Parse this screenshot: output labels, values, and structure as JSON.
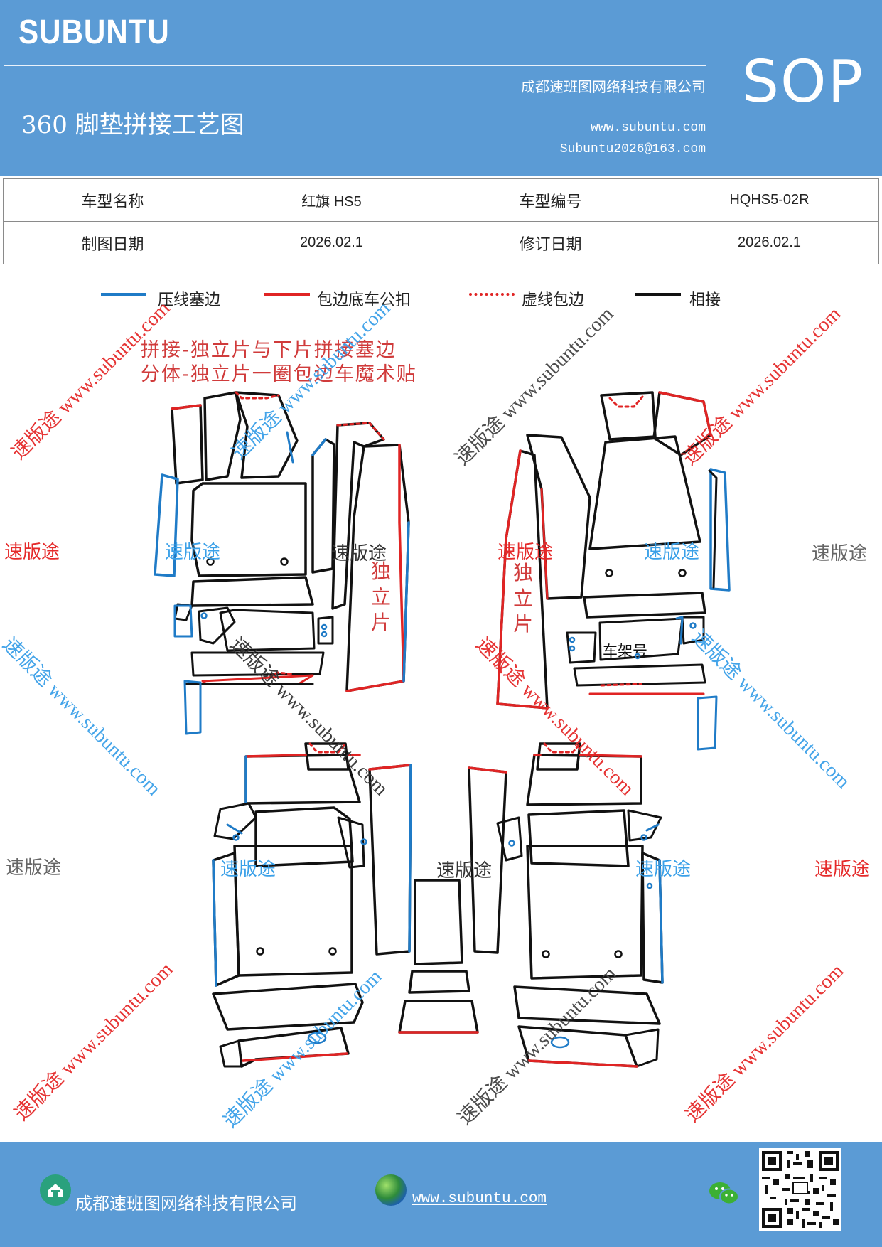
{
  "header": {
    "brand": "SUBUNTU",
    "title": "360 脚垫拼接工艺图",
    "company": "成都速班图网络科技有限公司",
    "website": "www.subuntu.com",
    "email": "Subuntu2026@163.com",
    "badge": "SOP"
  },
  "info_table": {
    "rows": [
      [
        "车型名称",
        "红旗 HS5",
        "车型编号",
        "HQHS5-02R"
      ],
      [
        "制图日期",
        "2026.02.1",
        "修订日期",
        "2026.02.1"
      ]
    ]
  },
  "legend": [
    {
      "label": "压线塞边",
      "color": "#1f7bc7",
      "style": "solid"
    },
    {
      "label": "包边底车公扣",
      "color": "#e02424",
      "style": "solid"
    },
    {
      "label": "虚线包边",
      "color": "#e02424",
      "style": "dotted"
    },
    {
      "label": "相接",
      "color": "#111111",
      "style": "solid"
    }
  ],
  "notes": [
    "拼接-独立片与下片拼接塞边",
    "分体-独立片一圈包边车魔术贴"
  ],
  "diagram_labels": {
    "standalone_left": "独立片",
    "standalone_right": "独立片",
    "frame_number": "车架号"
  },
  "watermarks": {
    "word": "速版途",
    "diagonal": "速版途 www.subuntu.com"
  },
  "colors": {
    "header_blue": "#5b9bd5",
    "press_line_blue": "#1f7bc7",
    "binding_red": "#e02424",
    "joint_black": "#111111"
  },
  "footer": {
    "company": "成都速班图网络科技有限公司",
    "website": "www.subuntu.com",
    "icons": [
      "home-icon",
      "globe-icon",
      "wechat-icon",
      "qr-code"
    ]
  }
}
